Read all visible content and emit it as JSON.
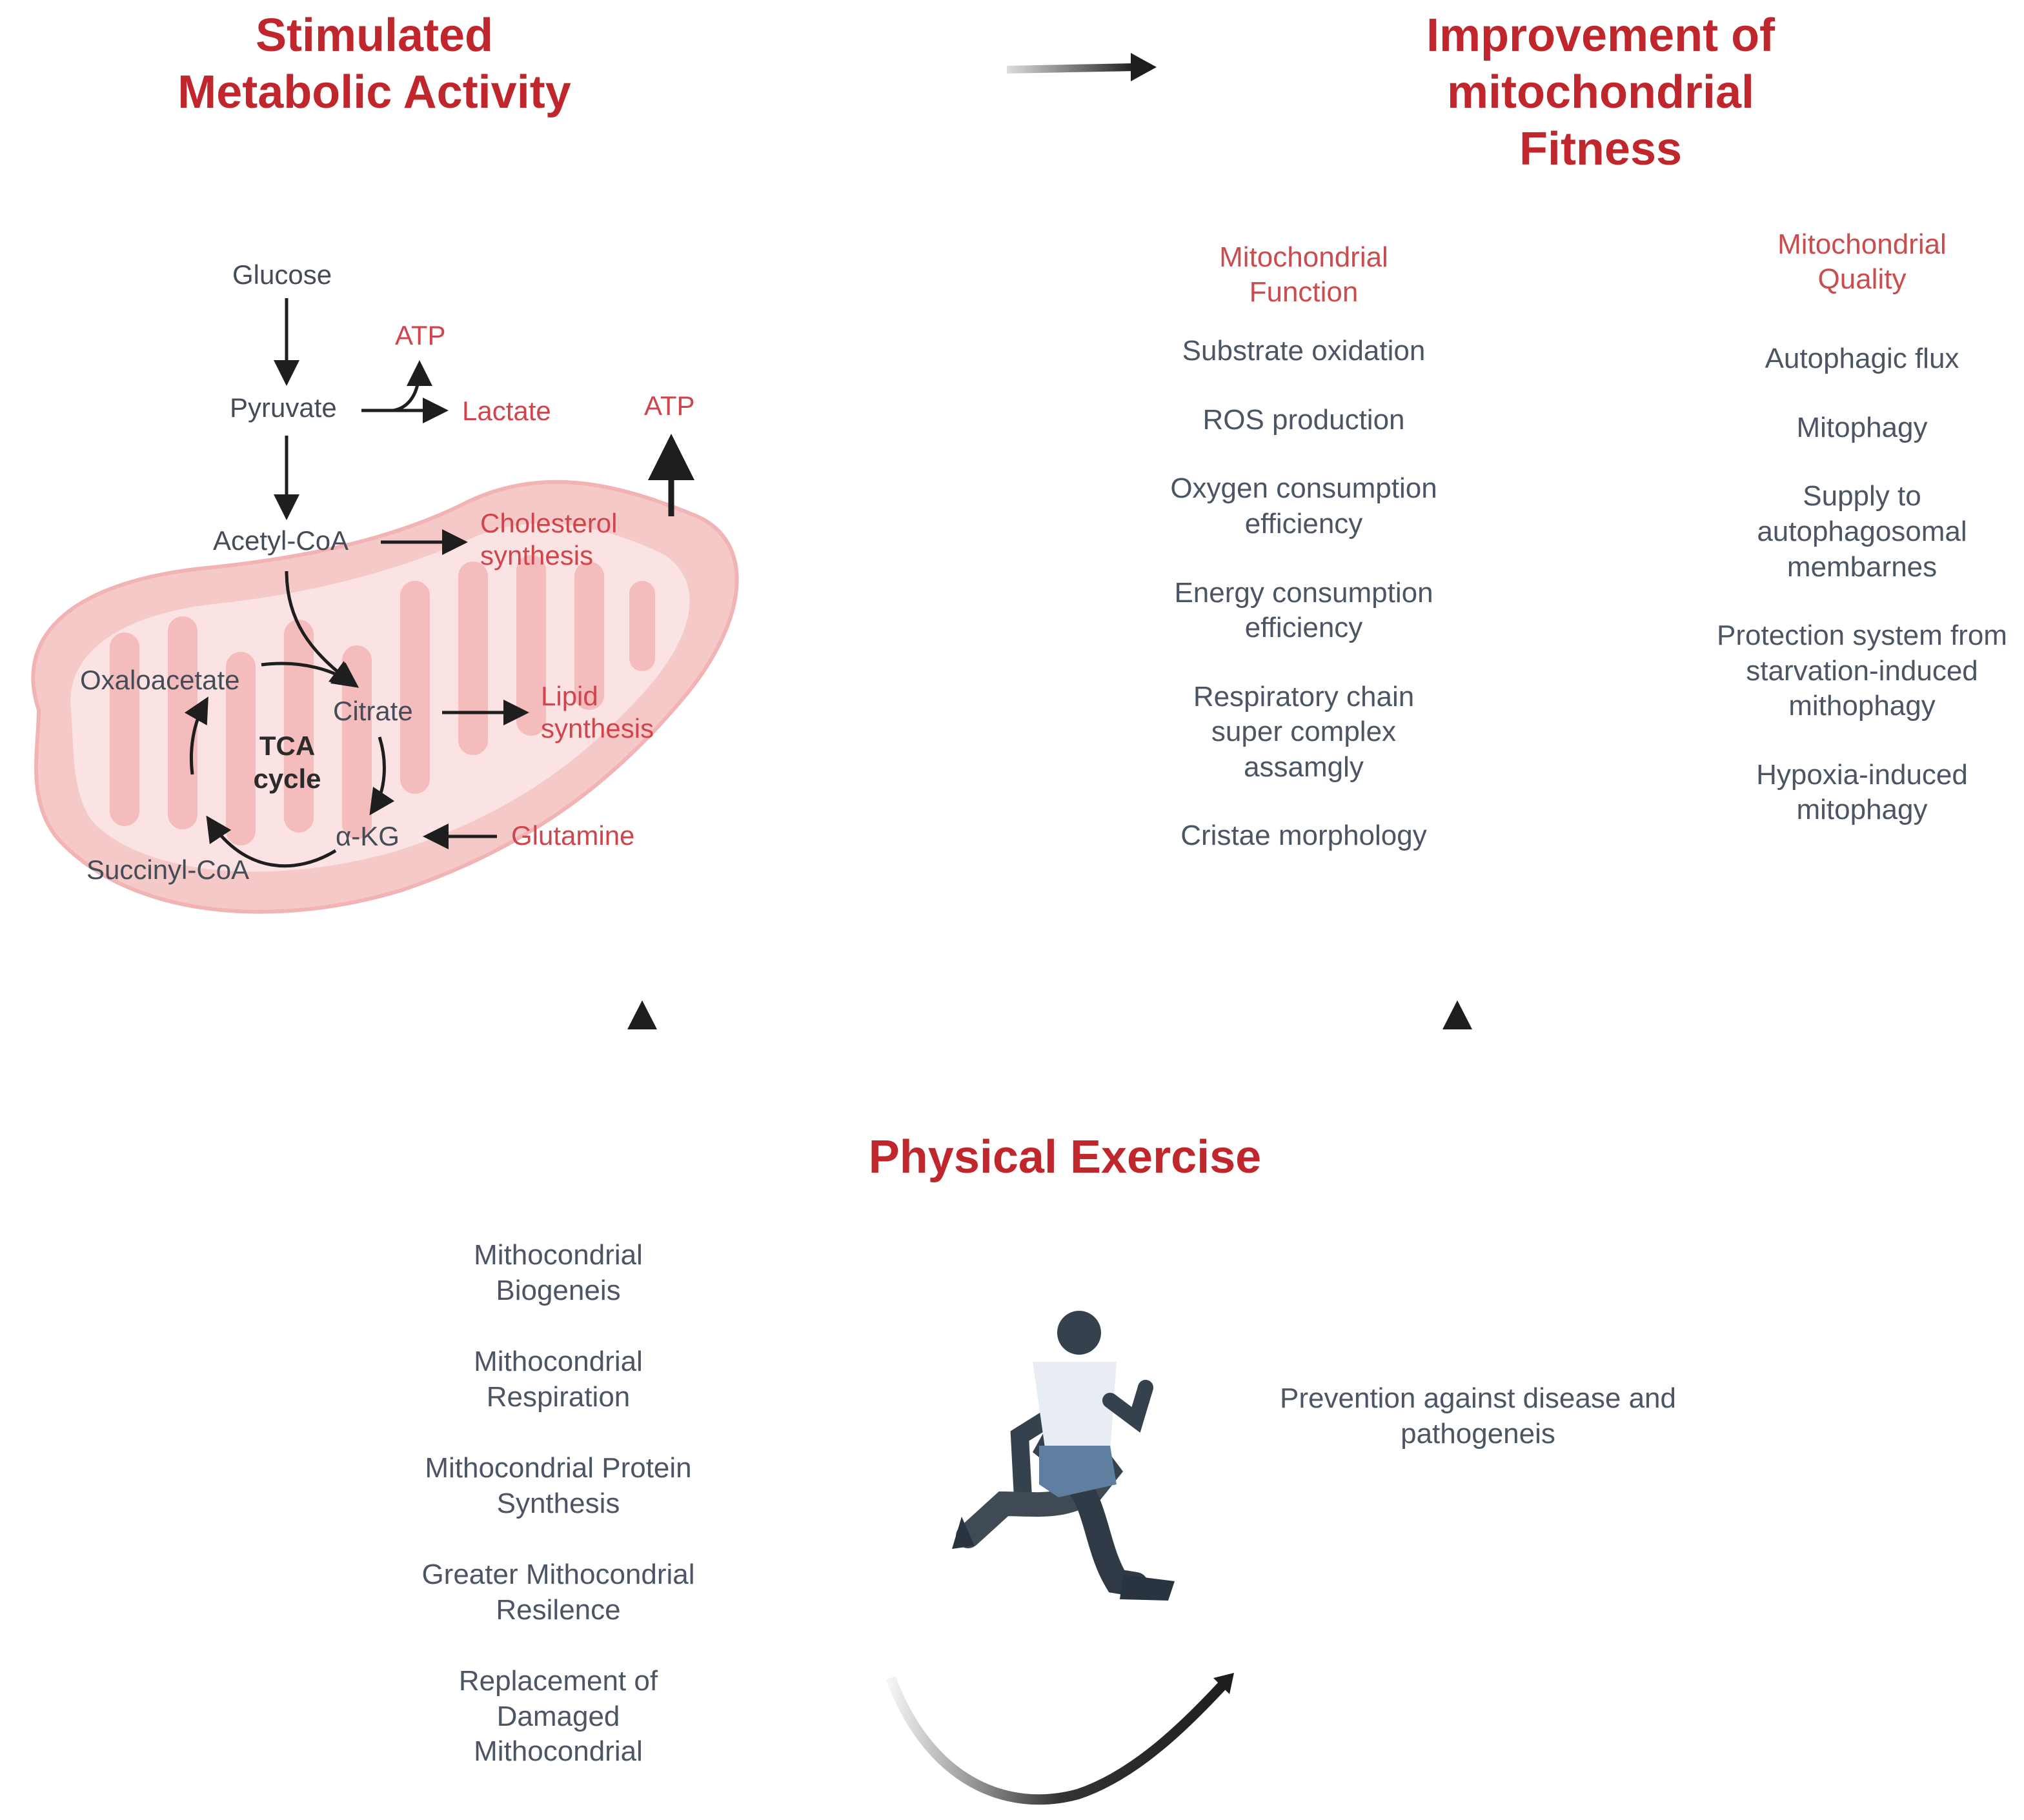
{
  "headings": {
    "metabolic": "Stimulated Metabolic Activity",
    "fitness": "Improvement of mitochondrial Fitness",
    "exercise": "Physical Exercise"
  },
  "pathway": {
    "glucose": "Glucose",
    "pyruvate": "Pyruvate",
    "atp_small": "ATP",
    "lactate": "Lactate",
    "atp_big": "ATP",
    "acetyl_coa": "Acetyl-CoA",
    "cholesterol": "Cholesterol synthesis",
    "oxaloacetate": "Oxaloacetate",
    "citrate": "Citrate",
    "lipid": "Lipid synthesis",
    "tca": "TCA cycle",
    "akg": "α-KG",
    "glutamine": "Glutamine",
    "succinyl_coa": "Succinyl-CoA"
  },
  "mito_function": {
    "title": "Mitochondrial Function",
    "items": [
      "Substrate oxidation",
      "ROS production",
      "Oxygen consumption efficiency",
      "Energy consumption efficiency",
      "Respiratory chain super complex assamgly",
      "Cristae morphology"
    ]
  },
  "mito_quality": {
    "title": "Mitochondrial Quality",
    "items": [
      "Autophagic flux",
      "Mitophagy",
      "Supply to autophagosomal membarnes",
      "Protection system from starvation-induced mithophagy",
      "Hypoxia-induced mitophagy"
    ]
  },
  "exercise_effects": [
    "Mithocondrial Biogeneis",
    "Mithocondrial Respiration",
    "Mithocondrial Protein Synthesis",
    "Greater Mithocondrial Resilence",
    "Replacement of Damaged Mithocondrial"
  ],
  "prevention": "Prevention against disease and pathogeneis",
  "colors": {
    "accent_red": "#c0272d",
    "label_red": "#d0454b",
    "mitochondrion_fill": "#f6caca",
    "text_gray": "#4b5563",
    "runner": "#2e3944"
  }
}
